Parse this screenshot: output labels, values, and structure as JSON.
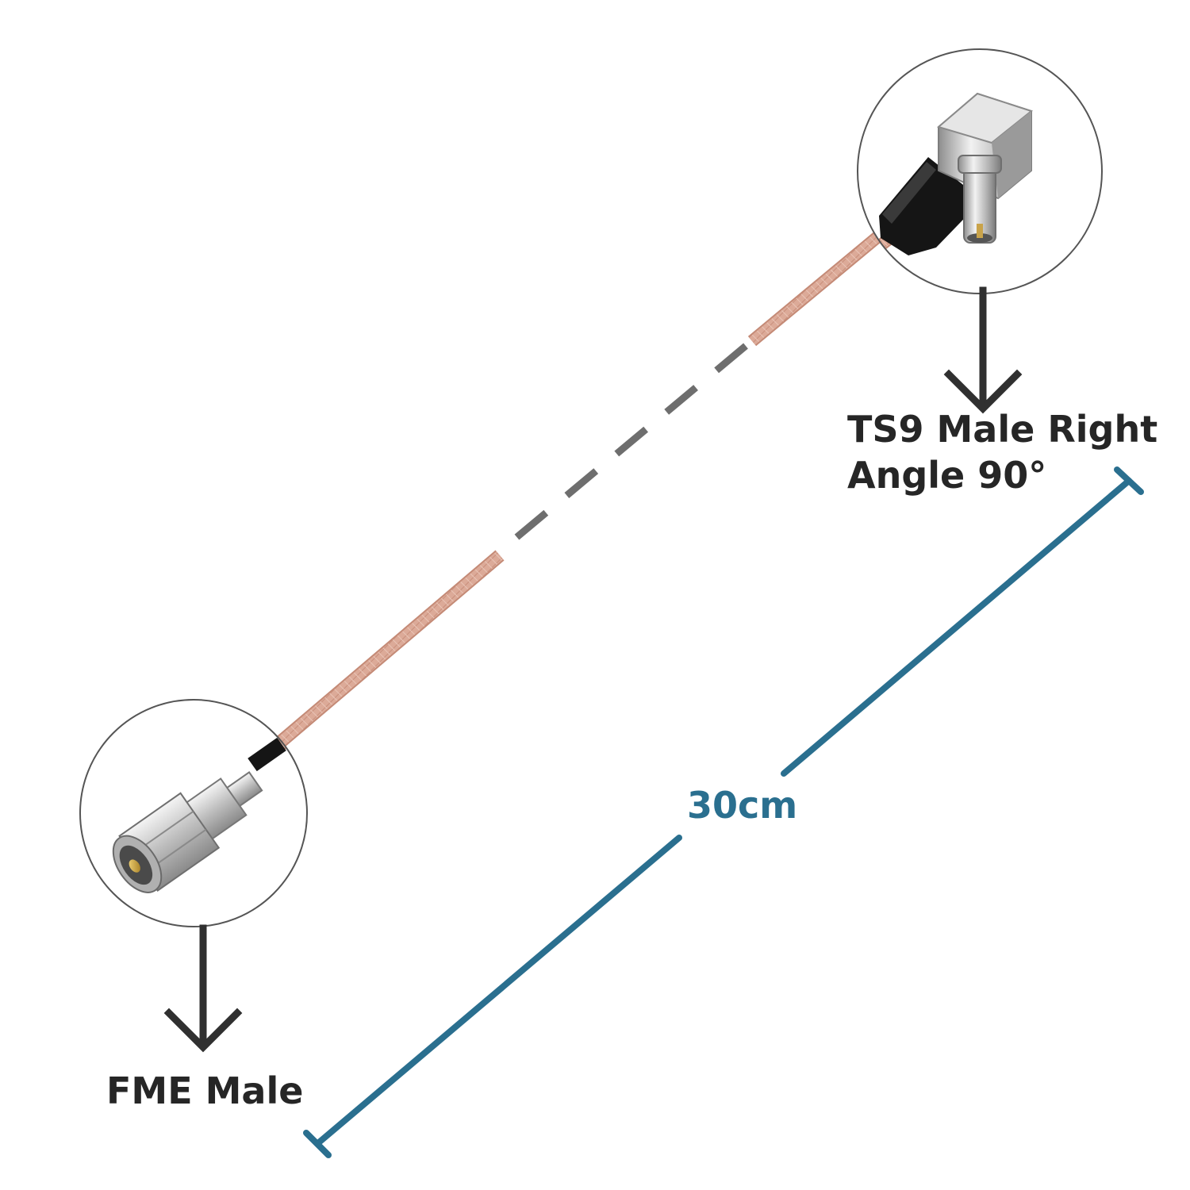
{
  "connectors": {
    "top": {
      "label_line1": "TS9 Male Right",
      "label_line2": "Angle 90°"
    },
    "bottom": {
      "label": "FME Male"
    }
  },
  "measurement": {
    "length": "30cm"
  },
  "colors": {
    "cable": "#d9a493",
    "cable_dark": "#c98a78",
    "dashed_gap": "#6e6e6e",
    "dimension_line": "#2a6f8f",
    "arrow": "#303030",
    "circle_outline": "#555555",
    "metal": "#c9c9c9",
    "heatshrink": "#141414"
  },
  "icons": {
    "callout_arrows": "arrow-down-icon"
  }
}
